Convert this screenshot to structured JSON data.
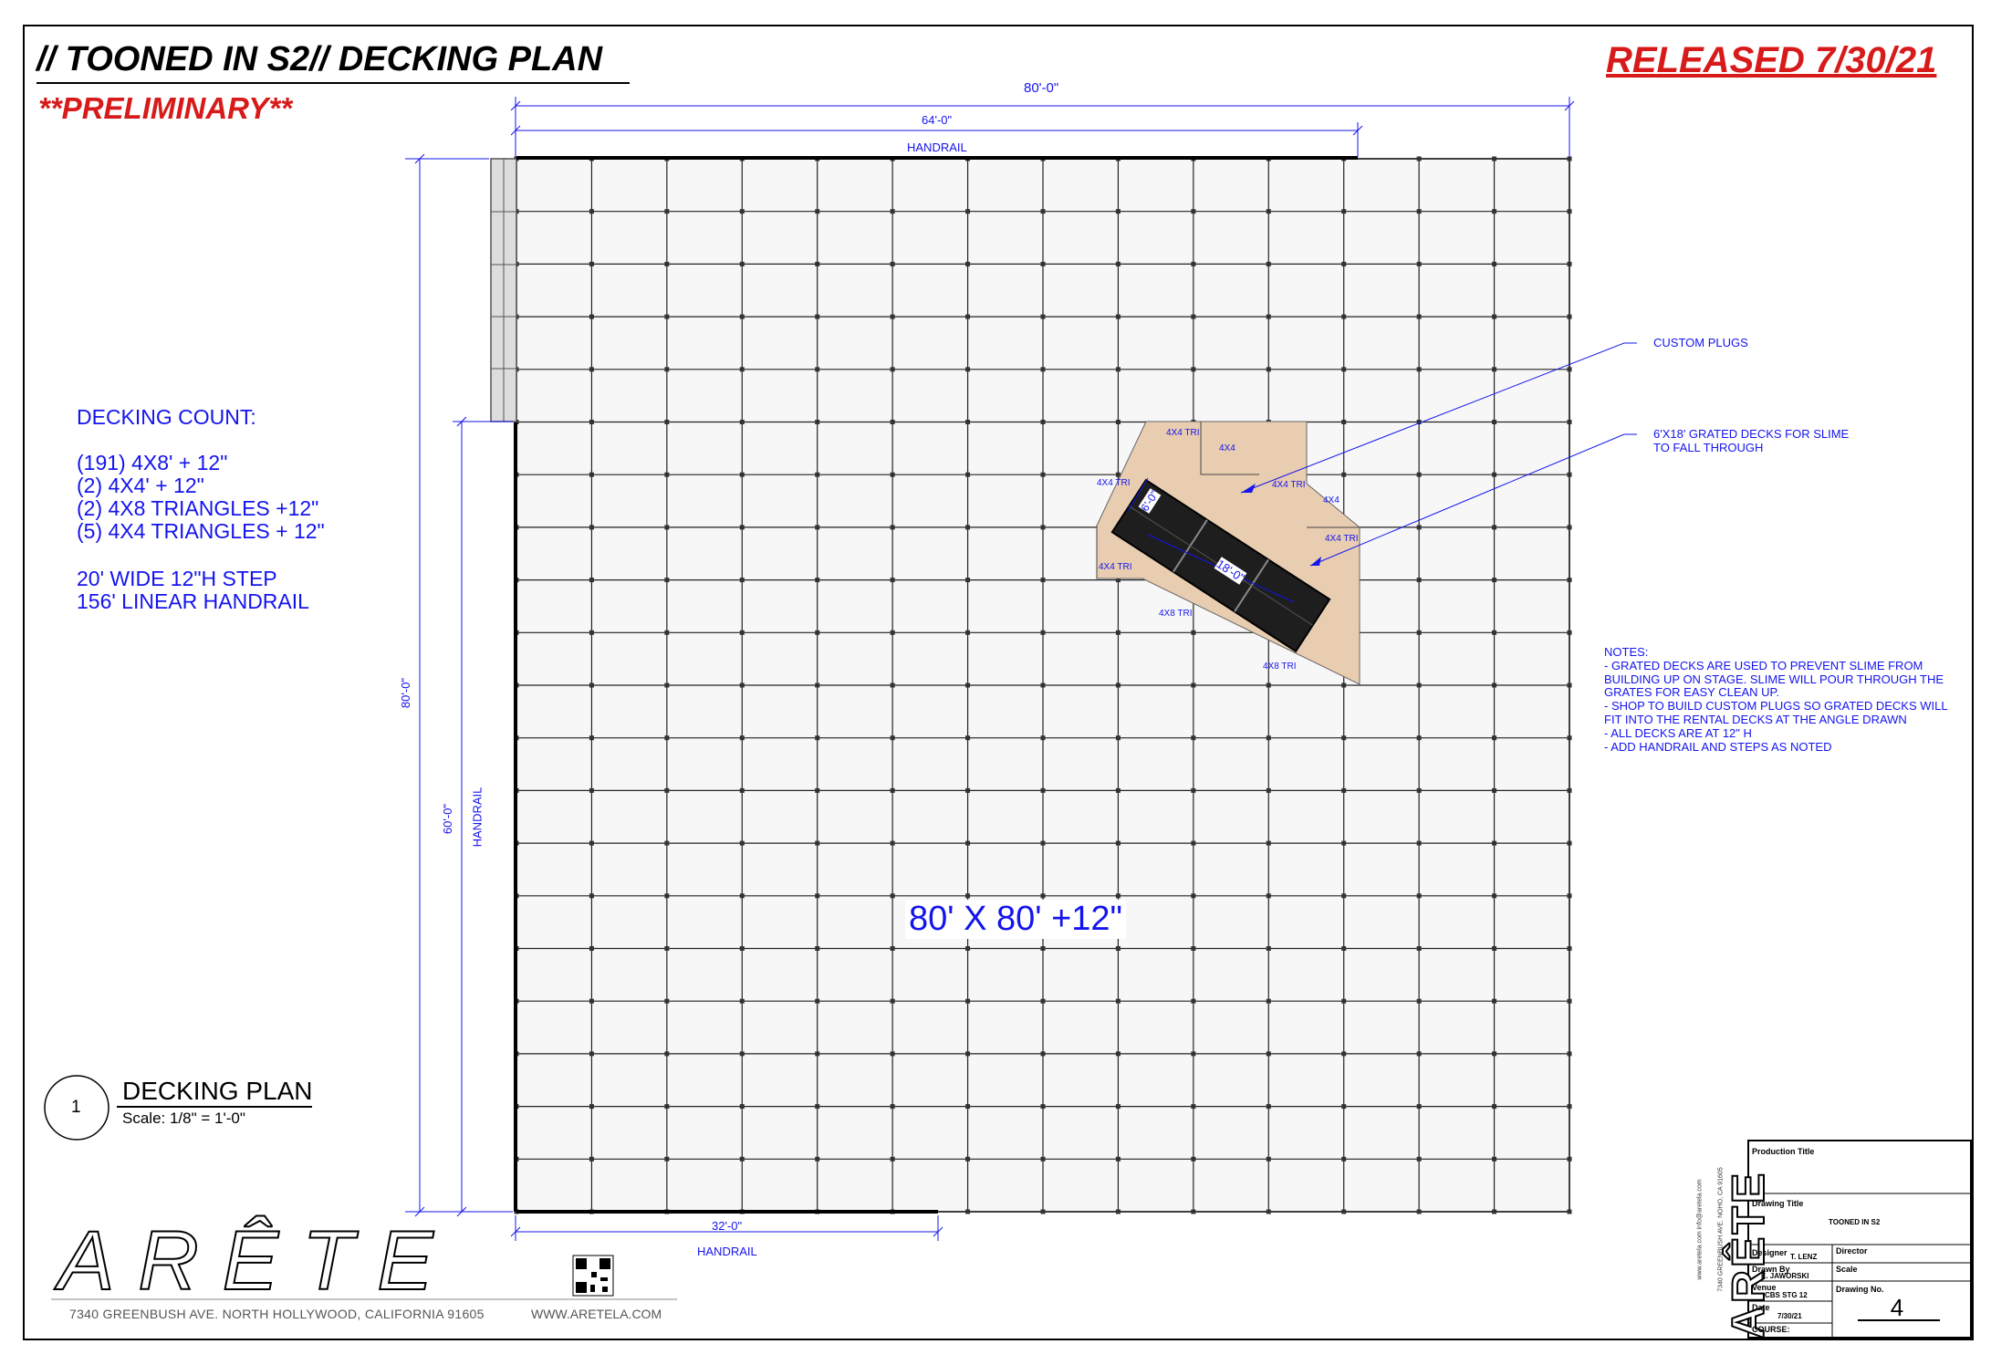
{
  "header": {
    "title": "// TOONED IN S2// DECKING PLAN",
    "released": "RELEASED 7/30/21",
    "preliminary": "**PRELIMINARY**"
  },
  "decking_count": {
    "heading": "DECKING COUNT:",
    "items": [
      "(191) 4X8' + 12\"",
      "(2) 4X4' + 12\"",
      "(2) 4X8 TRIANGLES +12\"",
      "(5) 4X4 TRIANGLES + 12\""
    ],
    "step": "20' WIDE 12\"H STEP",
    "handrail": "156' LINEAR HANDRAIL"
  },
  "dimensions": {
    "top_overall": "80'-0\"",
    "top_inner": "64'-0\"",
    "top_handrail": "HANDRAIL",
    "left_overall": "80'-0\"",
    "left_inner": "60'-0\"",
    "left_handrail": "HANDRAIL",
    "bottom": "32'-0\"",
    "bottom_handrail": "HANDRAIL"
  },
  "plan": {
    "center_label": "80' X 80' +12\"",
    "tri_labels": [
      "4X4 TRI",
      "4X4",
      "4X4 TRI",
      "4X4 TRI",
      "4X4",
      "4X4 TRI",
      "4X4 TRI",
      "4X8 TRI",
      "4X8 TRI"
    ],
    "grate_width": "6'-0\"",
    "grate_length": "18'-0\"",
    "colors": {
      "line": "#1414ee",
      "deck": "#f7f7f7",
      "plug": "#e8cdb1",
      "grate": "#222222",
      "red": "#d71a1a"
    }
  },
  "callouts": {
    "custom_plugs": "CUSTOM PLUGS",
    "grated_line1": "6'X18' GRATED DECKS FOR SLIME",
    "grated_line2": "TO FALL THROUGH"
  },
  "notes": {
    "heading": "NOTES:",
    "lines": [
      "- GRATED DECKS ARE USED TO PREVENT SLIME FROM",
      "BUILDING UP ON STAGE. SLIME WILL POUR THROUGH THE",
      "GRATES FOR EASY CLEAN UP.",
      "- SHOP TO BUILD CUSTOM PLUGS SO GRATED DECKS WILL",
      "FIT INTO THE RENTAL DECKS AT THE ANGLE DRAWN",
      "- ALL DECKS ARE AT 12\" H",
      "- ADD HANDRAIL AND STEPS AS NOTED"
    ]
  },
  "plan_label": {
    "number": "1",
    "title": "DECKING PLAN",
    "scale": "Scale: 1/8\" = 1'-0\""
  },
  "footer": {
    "logo_text": "ARÊTE",
    "address": "7340 GREENBUSH AVE. NORTH HOLLYWOOD, CALIFORNIA  91605",
    "website": "WWW.ARETELA.COM"
  },
  "title_block": {
    "logo_text": "ARÊTE",
    "address_vertical": "7340 GREENBUSH AVE. NOHO, CA 91605",
    "web_vertical": "www.aretela.com  info@aretela.com",
    "production_title_label": "Production Title",
    "drawing_title_label": "Drawing Title",
    "drawing_title_value": "TOONED IN S2",
    "designer_label": "Designer",
    "designer_value": "T. LENZ",
    "director_label": "Director",
    "drawn_by_label": "Drawn By",
    "drawn_by_value": "E. JAWORSKI",
    "scale_label": "Scale",
    "venue_label": "Venue",
    "venue_value": "CBS STG 12",
    "drawing_no_label": "Drawing No.",
    "drawing_no_value": "4",
    "date_label": "Date",
    "date_value": "7/30/21",
    "course_label": "COURSE:"
  }
}
